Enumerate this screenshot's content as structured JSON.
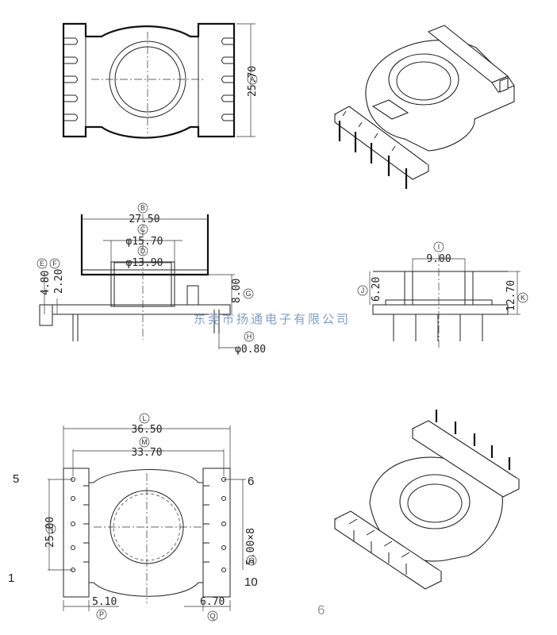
{
  "dimensions": {
    "A": {
      "letter": "A",
      "value": "25.70"
    },
    "B": {
      "letter": "B",
      "value": "27.50"
    },
    "C": {
      "letter": "C",
      "value": "φ15.70"
    },
    "D": {
      "letter": "D",
      "value": "φ13.90"
    },
    "E": {
      "letter": "E",
      "value": "4.80"
    },
    "F": {
      "letter": "F",
      "value": "2.20"
    },
    "G": {
      "letter": "G",
      "value": "8.00"
    },
    "H": {
      "letter": "H",
      "value": "φ0.80"
    },
    "I": {
      "letter": "I",
      "value": "9.00"
    },
    "J": {
      "letter": "J",
      "value": "6.20"
    },
    "K": {
      "letter": "K",
      "value": "12.70"
    },
    "L": {
      "letter": "L",
      "value": "36.50"
    },
    "M": {
      "letter": "M",
      "value": "33.70"
    },
    "N": {
      "letter": "N",
      "value": "25.00"
    },
    "O": {
      "letter": "O",
      "value": "5.00×8"
    },
    "P": {
      "letter": "P",
      "value": "5.10"
    },
    "Q": {
      "letter": "Q",
      "value": "6.70"
    }
  },
  "pins": {
    "p5": "5",
    "p6": "6",
    "p1": "1",
    "p10": "10"
  },
  "watermark": "东莞市扬通电子有限公司",
  "page_number": "6"
}
